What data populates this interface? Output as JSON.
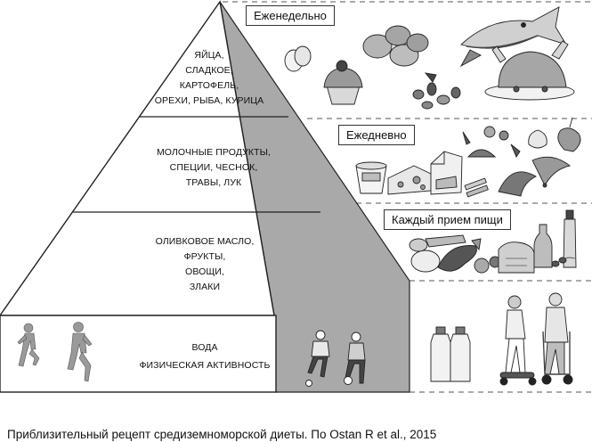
{
  "pyramid": {
    "tiers": [
      {
        "id": "top",
        "lines": [
          "ЯЙЦА,",
          "СЛАДКОЕ,",
          "КАРТОФЕЛЬ,",
          "ОРЕХИ, РЫБА, КУРИЦА"
        ],
        "frequency": "Еженедельно"
      },
      {
        "id": "dairy",
        "lines": [
          "МОЛОЧНЫЕ ПРОДУКТЫ,",
          "СПЕЦИИ, ЧЕСНОК,",
          "ТРАВЫ, ЛУК"
        ],
        "frequency": "Ежедневно"
      },
      {
        "id": "plants",
        "lines": [
          "ОЛИВКОВОЕ МАСЛО,",
          "ФРУКТЫ,",
          "ОВОЩИ,",
          "ЗЛАКИ"
        ],
        "frequency": "Каждый прием пищи"
      },
      {
        "id": "base",
        "lines": [
          "ВОДА",
          "ФИЗИЧЕСКАЯ АКТИВНОСТЬ"
        ],
        "frequency": ""
      }
    ]
  },
  "caption": "Приблизительный рецепт средиземноморской диеты. По Ostan R et al., 2015",
  "colors": {
    "side_face": "#a9a9a9",
    "outline": "#222222",
    "background": "#ffffff"
  },
  "illustrations": {
    "top": [
      "eggs",
      "cupcake",
      "potatoes",
      "nuts",
      "fish",
      "roast-chicken"
    ],
    "dairy": [
      "yogurt-cup",
      "cheese",
      "milk-carton",
      "cheese-sticks",
      "garlic",
      "onion",
      "herbs"
    ],
    "plants": [
      "vegetables",
      "eggplant",
      "fruit",
      "bread",
      "olive-oil-bottle",
      "olives"
    ],
    "base": [
      "runner",
      "jogger",
      "football-players",
      "water-bottles",
      "scooter-rider",
      "person-walking"
    ]
  }
}
